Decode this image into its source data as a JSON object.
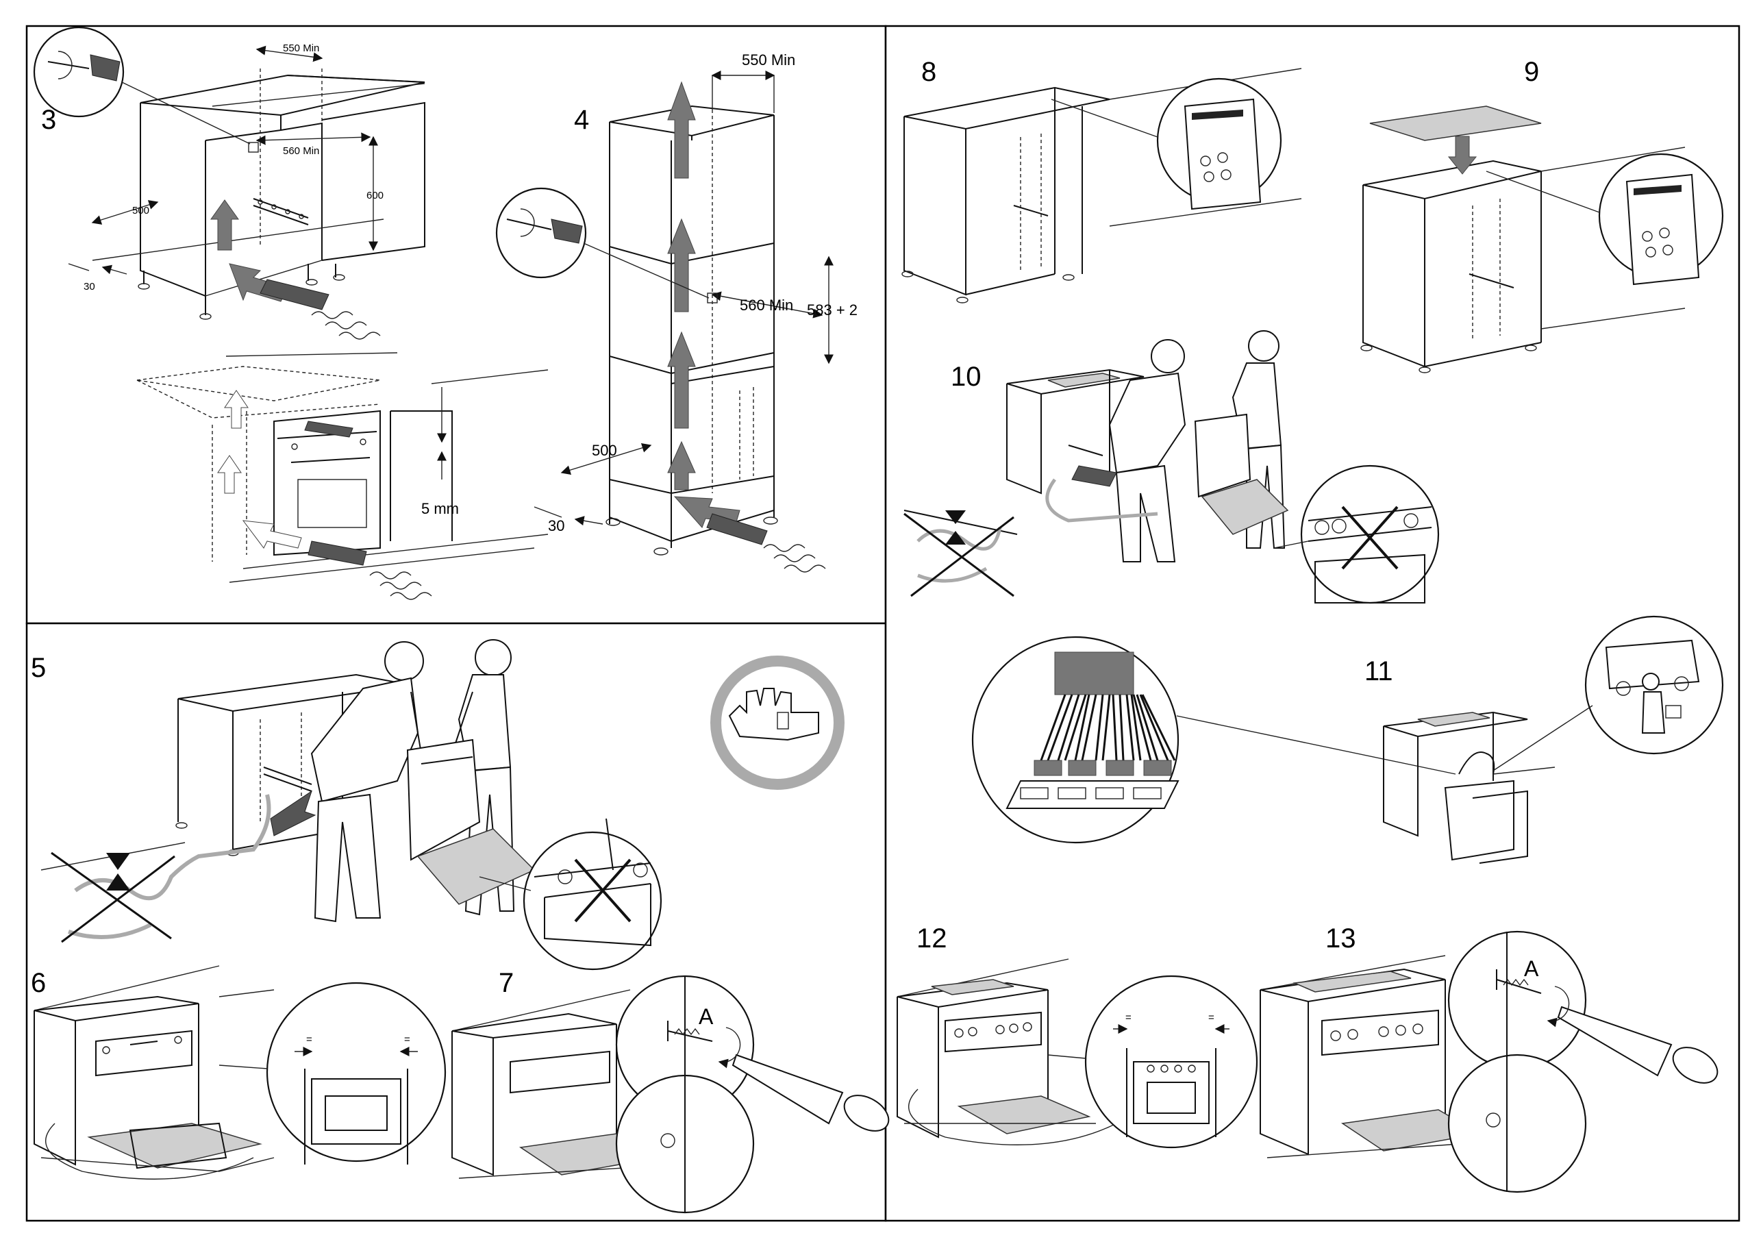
{
  "steps": {
    "s3": "3",
    "s4": "4",
    "s5": "5",
    "s6": "6",
    "s7": "7",
    "s8": "8",
    "s9": "9",
    "s10": "10",
    "s11": "11",
    "s12": "12",
    "s13": "13"
  },
  "dims3": {
    "w550": "550 Min",
    "w560": "560 Min",
    "h600": "600",
    "d500": "500",
    "d30": "30",
    "gap": "5 mm"
  },
  "dims4": {
    "w550": "550 Min",
    "w560": "560 Min",
    "h583": "583 + 2",
    "d500": "500",
    "d30": "30"
  },
  "marks": {
    "eq": "=",
    "a7": "A",
    "a13": "A"
  },
  "colors": {
    "line": "#111111",
    "shade": "#777777",
    "light": "#cfcfcf",
    "prohibit": "#aaaaaa"
  }
}
